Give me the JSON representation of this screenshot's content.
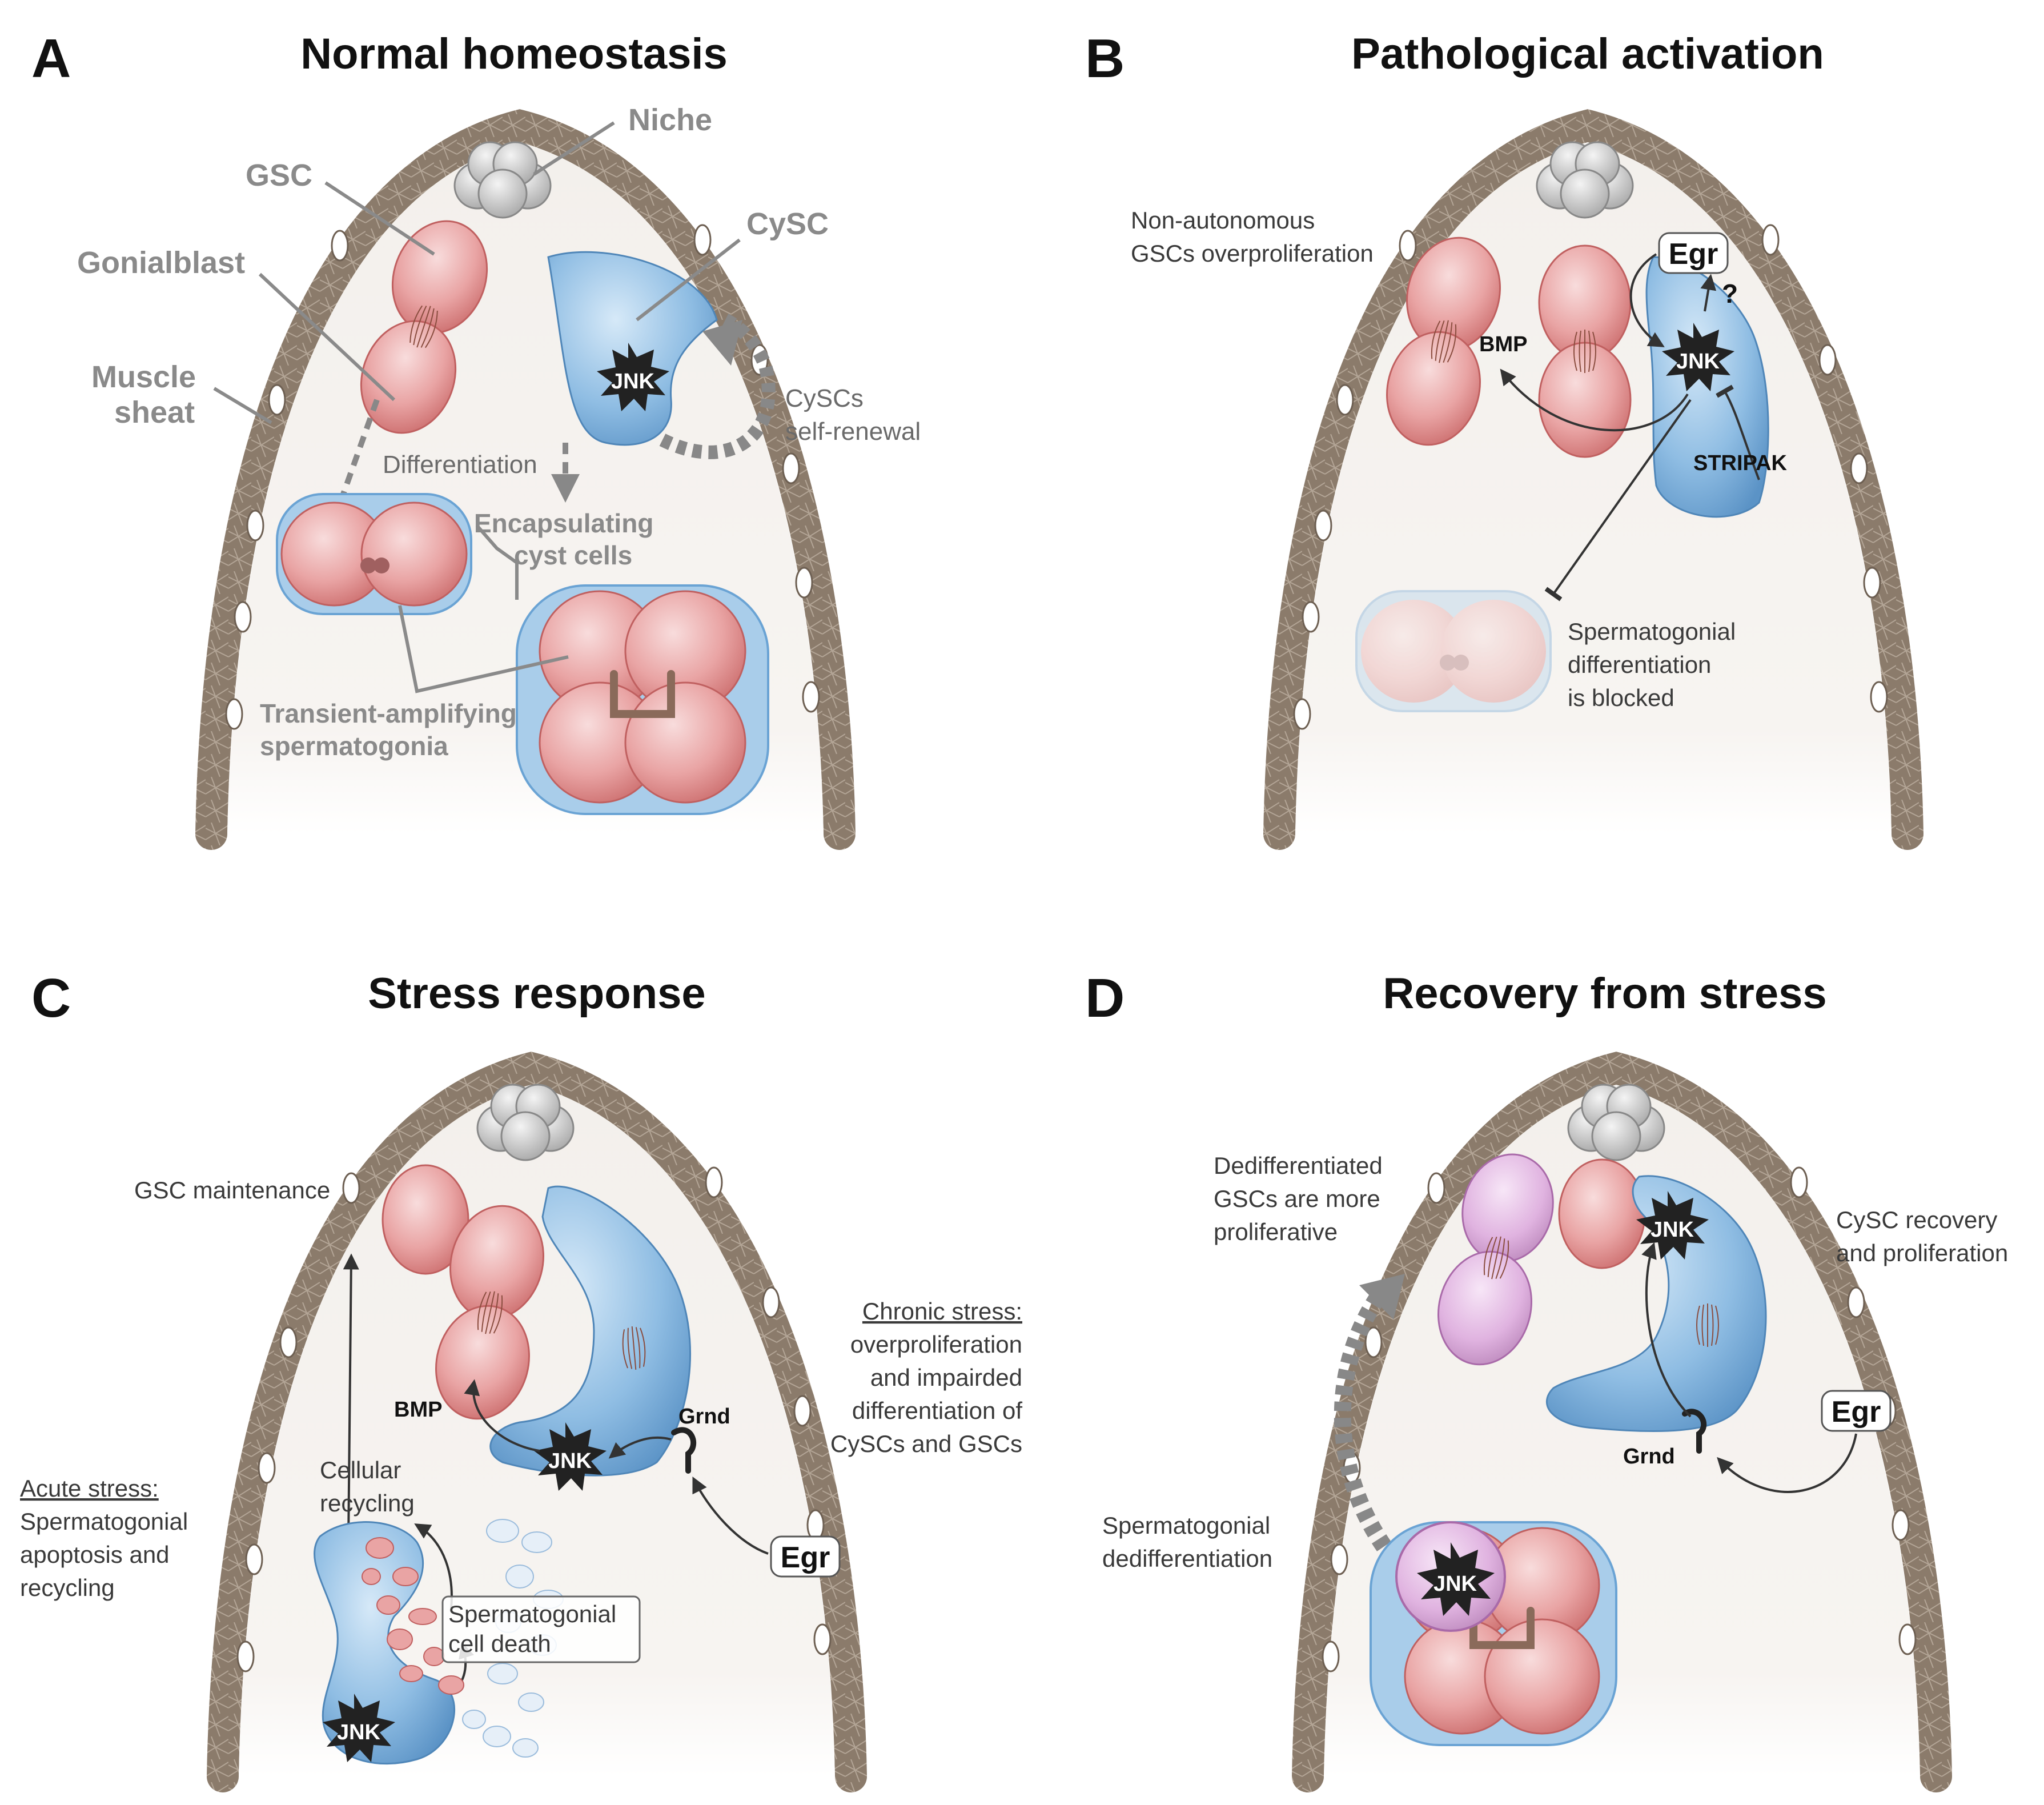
{
  "panels": {
    "a": {
      "letter": "A",
      "title": "Normal homeostasis"
    },
    "b": {
      "letter": "B",
      "title": "Pathological activation"
    },
    "c": {
      "letter": "C",
      "title": "Stress response"
    },
    "d": {
      "letter": "D",
      "title": "Recovery from stress"
    }
  },
  "labels_a": {
    "niche": "Niche",
    "gsc": "GSC",
    "cysc": "CySC",
    "gonialblast": "Gonialblast",
    "muscle_1": "Muscle",
    "muscle_2": "sheat",
    "jnk": "JNK",
    "cyscs_1": "CySCs",
    "cyscs_2": "self-renewal",
    "differentiation": "Differentiation",
    "encap_1": "Encapsulating",
    "encap_2": "cyst cells",
    "transient_1": "Transient-amplifying",
    "transient_2": "spermatogonia"
  },
  "labels_b": {
    "nonauto_1": "Non-autonomous",
    "nonauto_2": "GSCs overproliferation",
    "egr": "Egr",
    "question": "?",
    "jnk": "JNK",
    "bmp": "BMP",
    "stripak": "STRIPAK",
    "spermato_1": "Spermatogonial",
    "spermato_2": "differentiation",
    "spermato_3": "is blocked"
  },
  "labels_c": {
    "gsc_maint": "GSC maintenance",
    "bmp": "BMP",
    "jnk": "JNK",
    "jnk2": "JNK",
    "grnd": "Grnd",
    "egr": "Egr",
    "chronic_head": "Chronic stress:",
    "chronic_1": "overproliferation",
    "chronic_2": "and impairded",
    "chronic_3": "differentiation of",
    "chronic_4": "CySCs and GSCs",
    "cellular_1": "Cellular",
    "cellular_2": "recycling",
    "acute_head": "Acute stress:",
    "acute_1": "Spermatogonial",
    "acute_2": "apoptosis and",
    "acute_3": "recycling",
    "death_1": "Spermatogonial",
    "death_2": "cell death"
  },
  "labels_d": {
    "dediff_gsc_1": "Dedifferentiated",
    "dediff_gsc_2": "GSCs are more",
    "dediff_gsc_3": "proliferative",
    "jnk": "JNK",
    "jnk2": "JNK",
    "cysc_rec_1": "CySC recovery",
    "cysc_rec_2": "and proliferation",
    "egr": "Egr",
    "grnd": "Grnd",
    "sp_dediff_1": "Spermatogonial",
    "sp_dediff_2": "dedifferentiation"
  },
  "colors": {
    "germ_cell": "#e48a8a",
    "cyst_cell": "#6aa3d4",
    "dediff_cell": "#d9a6d9",
    "niche": "#c8c8c8",
    "muscle": "#8b7b6b",
    "jnk_burst": "#222222"
  }
}
